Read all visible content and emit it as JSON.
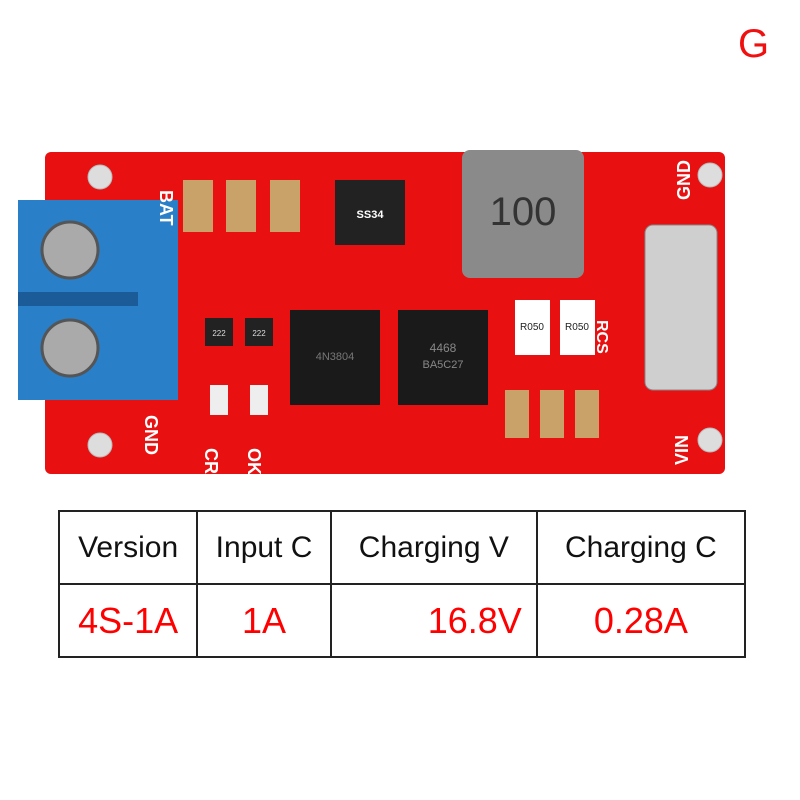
{
  "variant_label": "G",
  "board": {
    "silkscreen": {
      "bat": "BAT",
      "gnd_left": "GND",
      "cr": "CR",
      "ok": "OK",
      "gnd_right": "GND",
      "vin": "VIN",
      "rcs": "RCS"
    },
    "components": {
      "diode": "SS34",
      "inductor": "100",
      "ic1": "4N3804",
      "ic2": "4468",
      "ic2_sub": "BA5C27",
      "resistor": "R050",
      "res_small": "222"
    }
  },
  "table": {
    "headers": [
      "Version",
      "Input C",
      "Charging V",
      "Charging C"
    ],
    "values": [
      "4S-1A",
      "1A",
      "16.8V",
      "0.28A"
    ]
  },
  "colors": {
    "pcb": "#e81010",
    "terminal": "#2a7fc9",
    "value_text": "#ff0000"
  }
}
